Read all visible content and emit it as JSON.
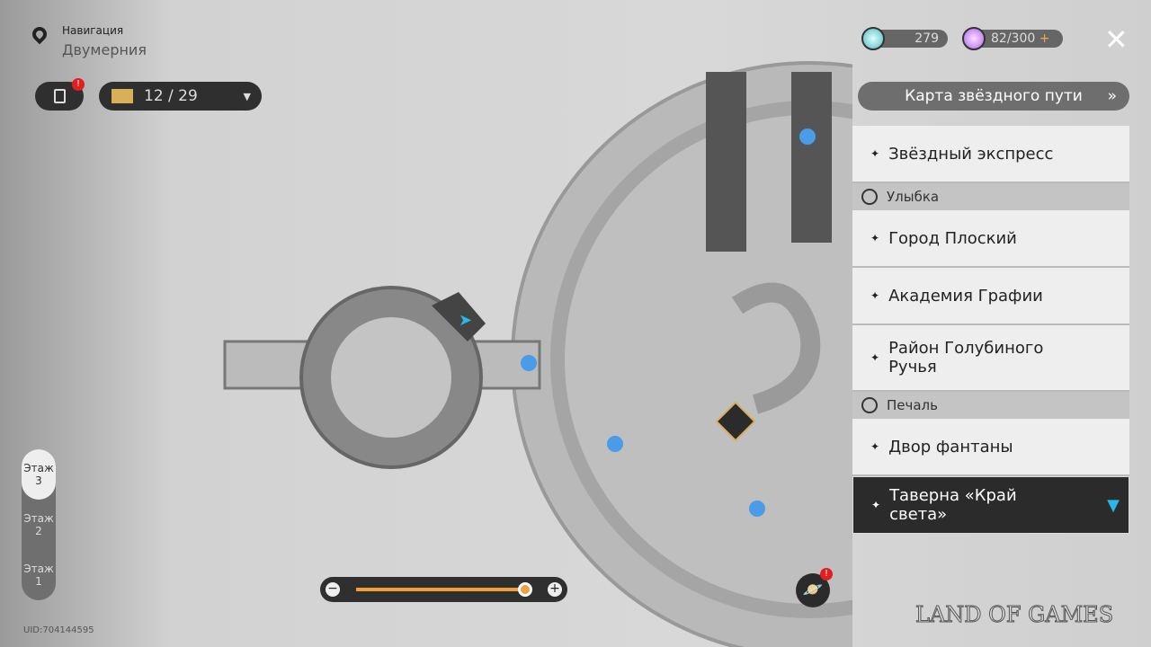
{
  "header": {
    "subtitle": "Навигация",
    "location": "Двумерния"
  },
  "chest_counter": "12 / 29",
  "currency1": "279",
  "currency2": "82/300",
  "plus": "+",
  "star_map_button": "Карта звёздного пути",
  "chevrons": "»",
  "list": [
    {
      "type": "item",
      "label": "Звёздный экспресс"
    },
    {
      "type": "cat",
      "label": "Улыбка"
    },
    {
      "type": "item",
      "label": "Город Плоский"
    },
    {
      "type": "item",
      "label": "Академия Графии"
    },
    {
      "type": "item",
      "label": "Район Голубиного Ручья"
    },
    {
      "type": "cat",
      "label": "Печаль"
    },
    {
      "type": "item",
      "label": "Двор фантаны"
    },
    {
      "type": "item",
      "label": "Таверна «Край света»",
      "selected": true
    }
  ],
  "floors": [
    {
      "label": "Этаж",
      "num": "3",
      "active": true
    },
    {
      "label": "Этаж",
      "num": "2"
    },
    {
      "label": "Этаж",
      "num": "1"
    }
  ],
  "zoom_level": 0.99,
  "uid": "UID:704144595",
  "watermark": "LAND OF GAMES",
  "colors": {
    "accent": "#f0a040",
    "cyan": "#29b6e8",
    "alert": "#e02020"
  }
}
